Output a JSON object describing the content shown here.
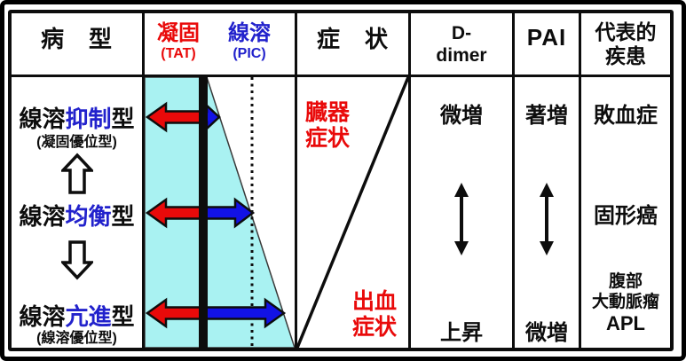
{
  "colors": {
    "red": "#e90a0a",
    "blue_text": "#2222cc",
    "blue_arrow": "#1212e6",
    "cyan": "#a9f2f2",
    "ink": "#0d0d0d"
  },
  "header": {
    "type_col": "病　型",
    "coag_label": "凝固",
    "coag_sub": "(TAT)",
    "fibrino_label": "線溶",
    "fibrino_sub": "(PIC)",
    "symptom_col": "症　状",
    "ddimer_line1": "D-",
    "ddimer_line2": "dimer",
    "pai_col": "PAI",
    "disease_line1": "代表的",
    "disease_line2": "疾患"
  },
  "types": {
    "suppressed": {
      "pre": "線溶",
      "em": "抑制",
      "post": "型",
      "sub": "(凝固優位型)"
    },
    "balanced": {
      "pre": "線溶",
      "em": "均衡",
      "post": "型"
    },
    "enhanced": {
      "pre": "線溶",
      "em": "亢進",
      "post": "型",
      "sub": "(線溶優位型)"
    }
  },
  "symptoms": {
    "organ_line1": "臓器",
    "organ_line2": "症状",
    "bleeding_line1": "出血",
    "bleeding_line2": "症状"
  },
  "ddimer": {
    "top": "微増",
    "bottom": "上昇"
  },
  "pai": {
    "top": "著増",
    "bottom": "微増"
  },
  "diseases": {
    "top": "敗血症",
    "middle": "固形癌",
    "bottom_line1": "腹部",
    "bottom_line2": "大動脈瘤",
    "bottom_line3": "APL"
  }
}
